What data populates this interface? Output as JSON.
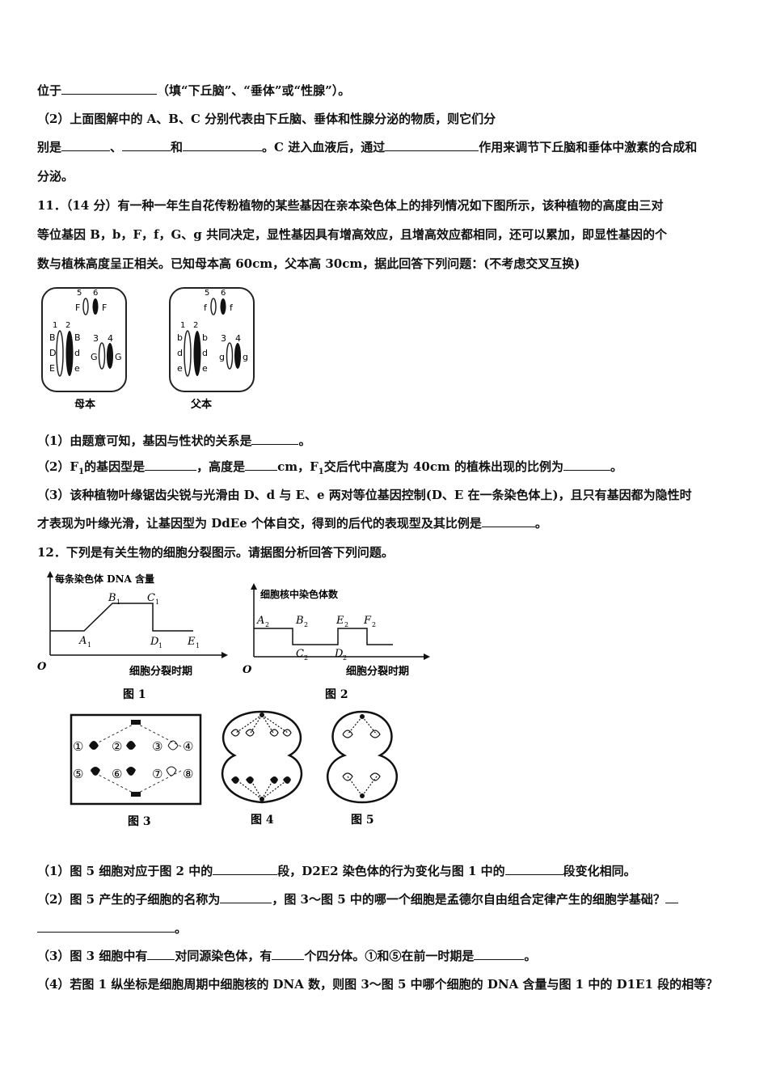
{
  "lines": {
    "l1": {
      "a": "位于",
      "b": "（填“下丘脑”、“垂体”或“性腺”）。"
    },
    "l2": "（2）上面图解中的 A、B、C 分别代表由下丘脑、垂体和性腺分泌的物质，则它们分",
    "l3": {
      "a": "别是",
      "b": "、",
      "c": "和",
      "d": "。C 进入血液后，通过",
      "e": "作用来调节下丘脑和垂体中激素的合成和"
    },
    "l4": "分泌。",
    "l5": "11．（14 分）有一种一年生自花传粉植物的某些基因在亲本染色体上的排列情况如下图所示，该种植物的高度由三对",
    "l6": "等位基因 B，b，F，f，G、g 共同决定，显性基因具有增高效应，且增高效应都相同，还可以累加，即显性基因的个",
    "l7": "数与植株高度呈正相关。已知母本高 60cm，父本高 30cm，据此回答下列问题：(不考虑交叉互换)",
    "l8": {
      "a": "（1）由题意可知，基因与性状的关系是",
      "b": "。"
    },
    "l9": {
      "a": "（2）F",
      "sub": "1",
      "b": "的基因型是",
      "c": "，高度是",
      "d": "cm，F",
      "e": "交后代中高度为 40cm 的植株出现的比例为",
      "f": "。"
    },
    "l10": "（3）该种植物叶缘锯齿尖锐与光滑由 D、d 与 E、e 两对等位基因控制(D、E 在一条染色体上)，且只有基因都为隐性时",
    "l11": {
      "a": "才表现为叶缘光滑，让基因型为 DdEe 个体自交，得到的后代的表现型及其比例是",
      "b": "。"
    },
    "l12": "12．下列是有关生物的细胞分裂图示。请据图分析回答下列问题。",
    "l13": {
      "a": "（1）图 5 细胞对应于图 2 中的",
      "b": "段，D2E2 染色体的行为变化与图 1 中的",
      "c": "段变化相同。"
    },
    "l14": {
      "a": "（2）图 5 产生的子细胞的名称为",
      "b": "，图 3～图 5 中的哪一个细胞是孟德尔自由组合定律产生的细胞学基础？"
    },
    "l15": "。",
    "l16": {
      "a": "（3）图 3 细胞中有",
      "b": "对同源染色体，有",
      "c": "个四分体。①和⑤在前一时期是",
      "d": "。"
    },
    "l17": "（4）若图 1 纵坐标是细胞周期中细胞核的 DNA 数，则图 3～图 5 中哪个细胞的 DNA 含量与图 1 中的 D1E1 段的相等？"
  },
  "cells": {
    "mother_label": "母本",
    "father_label": "父本",
    "mother": {
      "nums_top": [
        "5",
        "6"
      ],
      "top_left": "F",
      "top_right": "F",
      "nums_left": [
        "1",
        "2"
      ],
      "left_genes": [
        "B",
        "D",
        "E"
      ],
      "mid_genes": [
        "B",
        "d",
        "e"
      ],
      "nums_right": [
        "3",
        "4"
      ],
      "g_left": "G",
      "g_right": "G"
    },
    "father": {
      "nums_top": [
        "5",
        "6"
      ],
      "top_left": "f",
      "top_right": "f",
      "nums_left": [
        "1",
        "2"
      ],
      "left_genes": [
        "b",
        "d",
        "e"
      ],
      "mid_genes": [
        "b",
        "d",
        "e"
      ],
      "nums_right": [
        "3",
        "4"
      ],
      "g_left": "g",
      "g_right": "g"
    }
  },
  "fig1": {
    "ylabel": "每条染色体 DNA 含量",
    "origin": "O",
    "xlabel": "细胞分裂时期",
    "caption": "图 1",
    "points": [
      "A",
      "B",
      "C",
      "D",
      "E"
    ],
    "sub": "1"
  },
  "fig2": {
    "ylabel": "细胞核中染色体数",
    "origin": "O",
    "xlabel": "细胞分裂时期",
    "caption": "图 2",
    "points": [
      "A",
      "B",
      "C",
      "D",
      "E",
      "F"
    ],
    "sub": "2"
  },
  "fig3": {
    "caption": "图 3",
    "labels": [
      "①",
      "②",
      "③",
      "④",
      "⑤",
      "⑥",
      "⑦",
      "⑧"
    ]
  },
  "fig4": {
    "caption": "图 4"
  },
  "fig5": {
    "caption": "图 5"
  }
}
